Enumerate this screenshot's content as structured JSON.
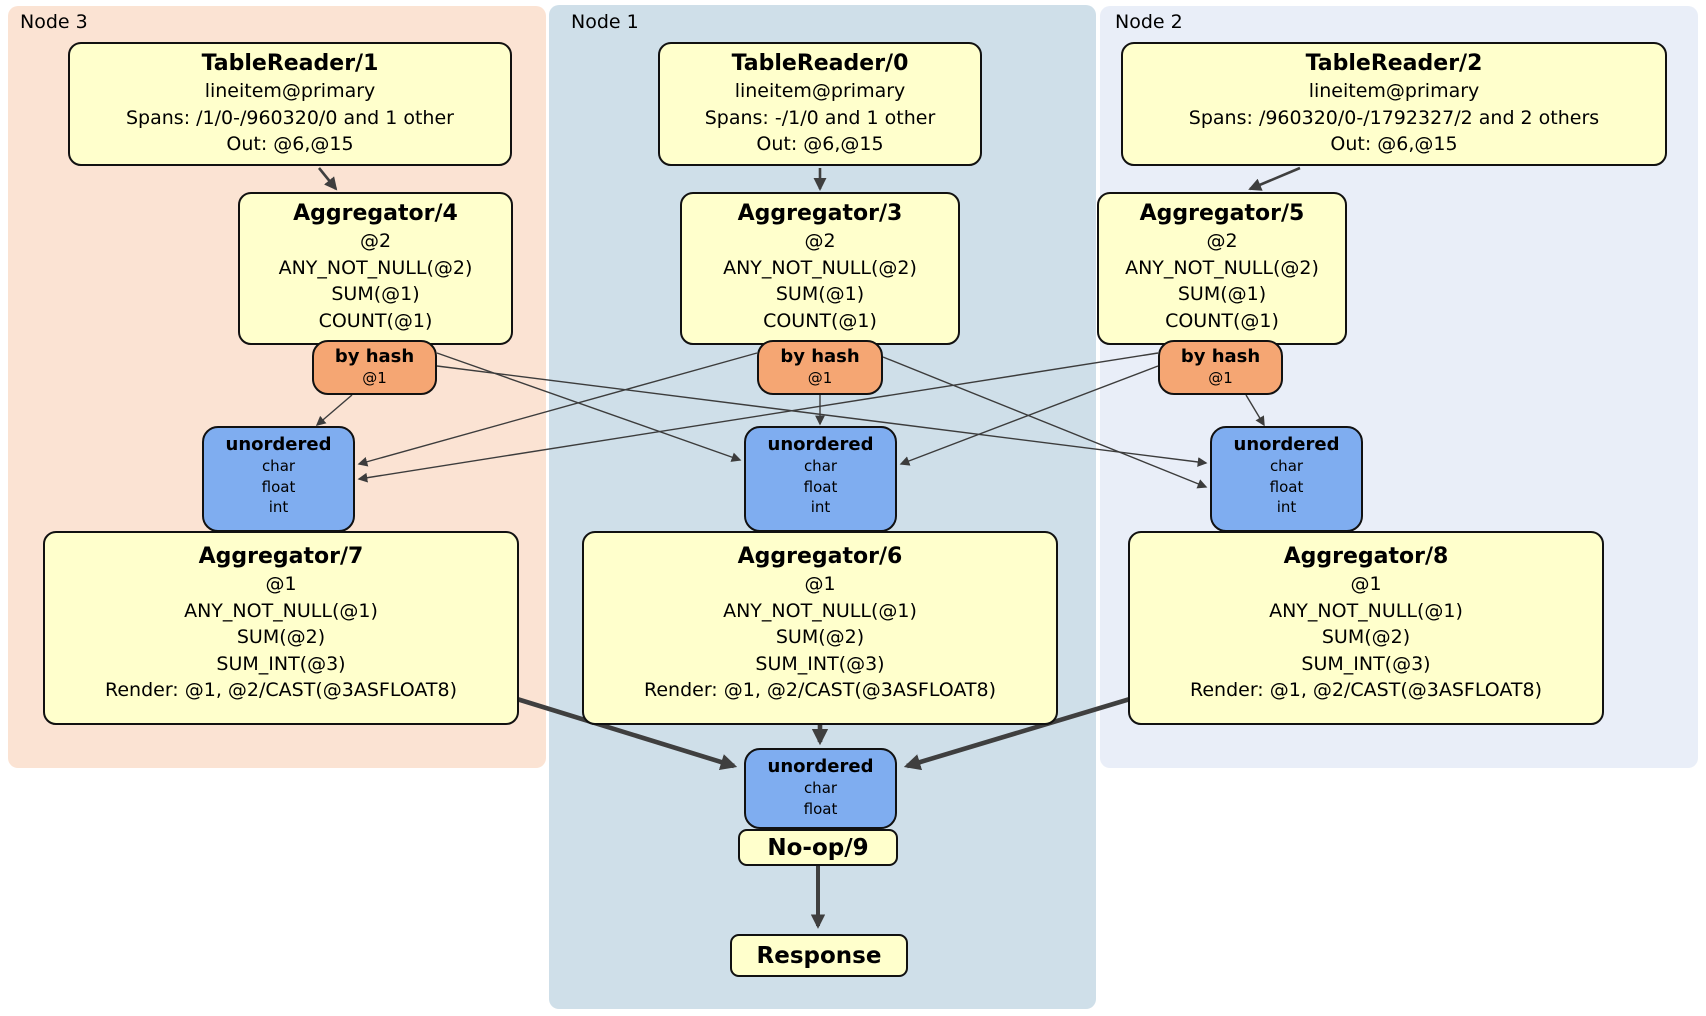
{
  "regions": {
    "node3": {
      "label": "Node 3"
    },
    "node1": {
      "label": "Node 1"
    },
    "node2": {
      "label": "Node 2"
    }
  },
  "nodes": {
    "tr1": {
      "title": "TableReader/1",
      "lines": [
        "lineitem@primary",
        "Spans: /1/0-/960320/0 and 1 other",
        "Out: @6,@15"
      ]
    },
    "tr0": {
      "title": "TableReader/0",
      "lines": [
        "lineitem@primary",
        "Spans: -/1/0 and 1 other",
        "Out: @6,@15"
      ]
    },
    "tr2": {
      "title": "TableReader/2",
      "lines": [
        "lineitem@primary",
        "Spans: /960320/0-/1792327/2 and 2 others",
        "Out: @6,@15"
      ]
    },
    "agg4": {
      "title": "Aggregator/4",
      "lines": [
        "@2",
        "ANY_NOT_NULL(@2)",
        "SUM(@1)",
        "COUNT(@1)"
      ]
    },
    "agg3": {
      "title": "Aggregator/3",
      "lines": [
        "@2",
        "ANY_NOT_NULL(@2)",
        "SUM(@1)",
        "COUNT(@1)"
      ]
    },
    "agg5": {
      "title": "Aggregator/5",
      "lines": [
        "@2",
        "ANY_NOT_NULL(@2)",
        "SUM(@1)",
        "COUNT(@1)"
      ]
    },
    "router_left": {
      "title": "by hash",
      "lines": [
        "@1"
      ]
    },
    "router_center": {
      "title": "by hash",
      "lines": [
        "@1"
      ]
    },
    "router_right": {
      "title": "by hash",
      "lines": [
        "@1"
      ]
    },
    "sync_left": {
      "title": "unordered",
      "lines": [
        "char",
        "float",
        "int"
      ]
    },
    "sync_center": {
      "title": "unordered",
      "lines": [
        "char",
        "float",
        "int"
      ]
    },
    "sync_right": {
      "title": "unordered",
      "lines": [
        "char",
        "float",
        "int"
      ]
    },
    "agg7": {
      "title": "Aggregator/7",
      "lines": [
        "@1",
        "ANY_NOT_NULL(@1)",
        "SUM(@2)",
        "SUM_INT(@3)",
        "Render: @1, @2/CAST(@3ASFLOAT8)"
      ]
    },
    "agg6": {
      "title": "Aggregator/6",
      "lines": [
        "@1",
        "ANY_NOT_NULL(@1)",
        "SUM(@2)",
        "SUM_INT(@3)",
        "Render: @1, @2/CAST(@3ASFLOAT8)"
      ]
    },
    "agg8": {
      "title": "Aggregator/8",
      "lines": [
        "@1",
        "ANY_NOT_NULL(@1)",
        "SUM(@2)",
        "SUM_INT(@3)",
        "Render: @1, @2/CAST(@3ASFLOAT8)"
      ]
    },
    "sync_final": {
      "title": "unordered",
      "lines": [
        "char",
        "float"
      ]
    },
    "noop": {
      "title": "No-op/9"
    },
    "response": {
      "title": "Response"
    }
  },
  "colors": {
    "processor_fill": "#ffffcc",
    "router_fill": "#f5a673",
    "sync_fill": "#7fadf0",
    "node3_region_fill": "#fbe3d3",
    "node1_region_fill": "#cfdfe9",
    "node2_region_fill": "#e9eef8",
    "edge_color": "#3c3c3c",
    "border_color": "#111111"
  }
}
